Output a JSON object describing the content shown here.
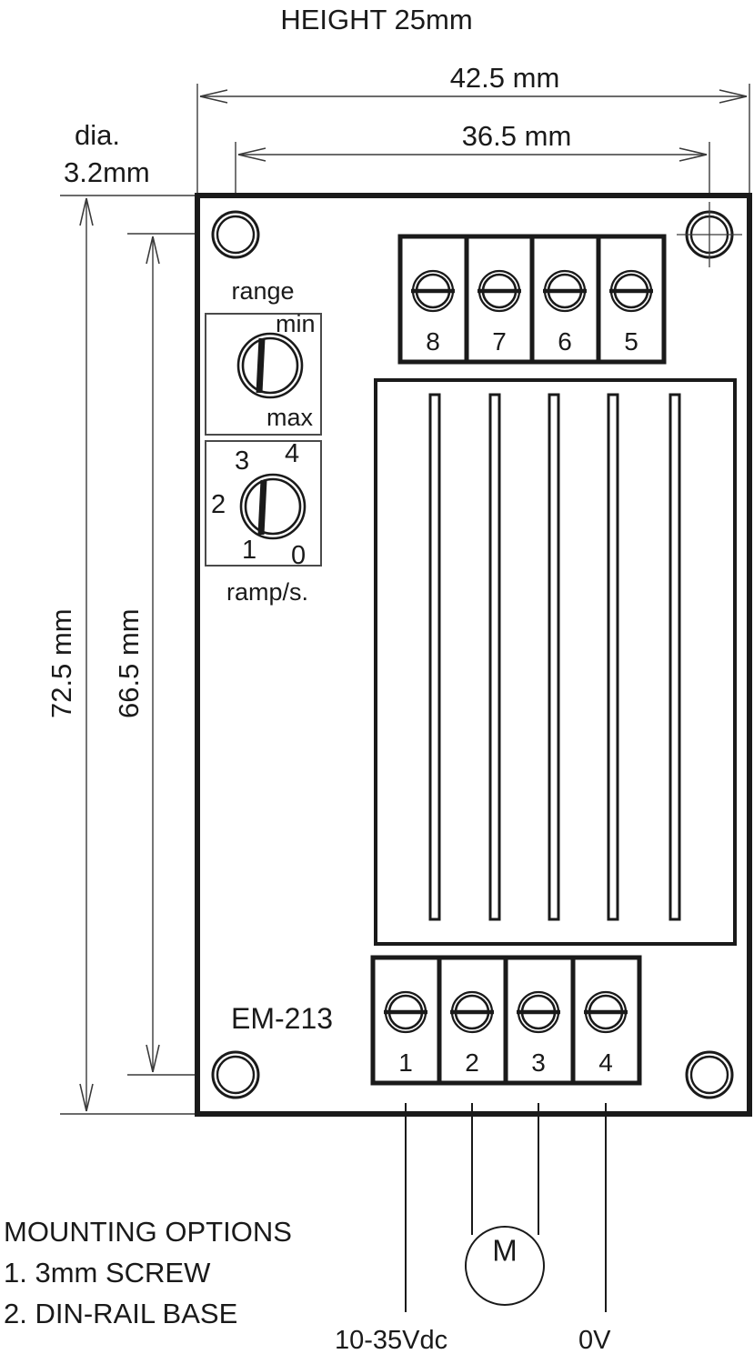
{
  "drawing": {
    "title_note": "HEIGHT 25mm",
    "dimensions": {
      "overall_width": "42.5 mm",
      "hole_spacing_width": "36.5 mm",
      "overall_height": "72.5 mm",
      "hole_spacing_height": "66.5 mm",
      "hole_diameter_line1": "dia.",
      "hole_diameter_line2": "3.2mm"
    },
    "device": {
      "model": "EM-213",
      "controls": [
        {
          "name": "range",
          "caption_above": "range",
          "caption_below": null,
          "scale_labels": [
            "min",
            "max"
          ],
          "pointer_angle_deg": -12
        },
        {
          "name": "ramp",
          "caption_above": null,
          "caption_below": "ramp/s.",
          "scale_labels": [
            "3",
            "4",
            "2",
            "1",
            "0"
          ],
          "pointer_angle_deg": -8
        }
      ],
      "terminal_block_top": {
        "terminals": [
          "8",
          "7",
          "6",
          "5"
        ]
      },
      "terminal_block_bottom": {
        "terminals": [
          "1",
          "2",
          "3",
          "4"
        ]
      },
      "vent_slot_count": 5
    },
    "wiring": {
      "motor_label": "M",
      "supply_label": "10-35Vdc",
      "ground_label": "0V"
    },
    "mounting_notes": {
      "heading": "MOUNTING OPTIONS",
      "items": [
        "1. 3mm SCREW",
        "2. DIN-RAIL BASE"
      ]
    },
    "colors": {
      "ink": "#1a1a1a",
      "thin_line": "#3a3a3a",
      "background": "#ffffff"
    }
  }
}
